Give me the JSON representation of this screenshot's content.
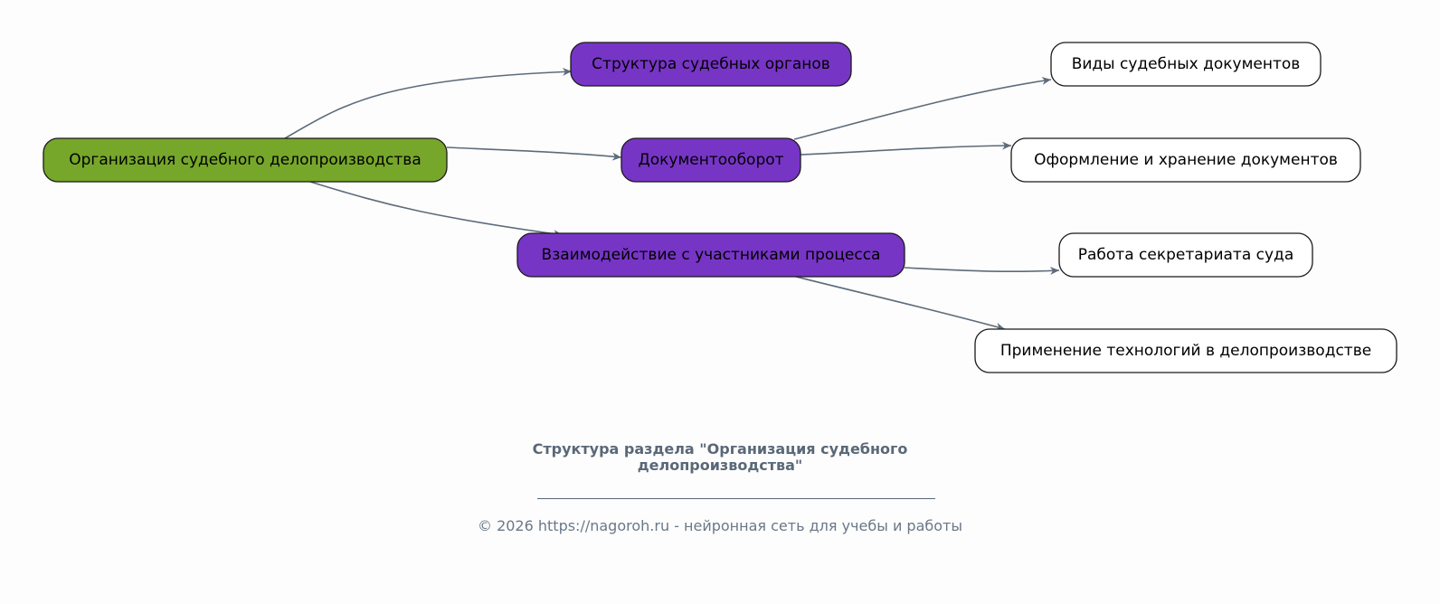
{
  "diagram": {
    "colors": {
      "background": "#fdfdfd",
      "root_fill": "#76a72a",
      "branch_fill": "#7735c6",
      "leaf_fill": "#ffffff",
      "edge": "#5d6b7a",
      "node_border": "#1a1a1a"
    },
    "nodes": [
      {
        "id": "root",
        "label": "Организация судебного делопроизводства",
        "level": "root"
      },
      {
        "id": "b1",
        "label": "Структура судебных органов",
        "level": "branch"
      },
      {
        "id": "b2",
        "label": "Документооборот",
        "level": "branch"
      },
      {
        "id": "b3",
        "label": "Взаимодействие с участниками процесса",
        "level": "branch"
      },
      {
        "id": "l1",
        "label": "Виды судебных документов",
        "level": "leaf"
      },
      {
        "id": "l2",
        "label": "Оформление и хранение документов",
        "level": "leaf"
      },
      {
        "id": "l3",
        "label": "Работа секретариата суда",
        "level": "leaf"
      },
      {
        "id": "l4",
        "label": "Применение технологий в делопроизводстве",
        "level": "leaf"
      }
    ],
    "edges": [
      {
        "from": "root",
        "to": "b1"
      },
      {
        "from": "root",
        "to": "b2"
      },
      {
        "from": "root",
        "to": "b3"
      },
      {
        "from": "b2",
        "to": "l1"
      },
      {
        "from": "b2",
        "to": "l2"
      },
      {
        "from": "b3",
        "to": "l3"
      },
      {
        "from": "b3",
        "to": "l4"
      }
    ]
  },
  "caption": {
    "title_line1": "Структура раздела \"Организация судебного",
    "title_line2": "делопроизводства\"",
    "footer": "© 2026 https://nagoroh.ru - нейронная сеть для учебы и работы"
  }
}
